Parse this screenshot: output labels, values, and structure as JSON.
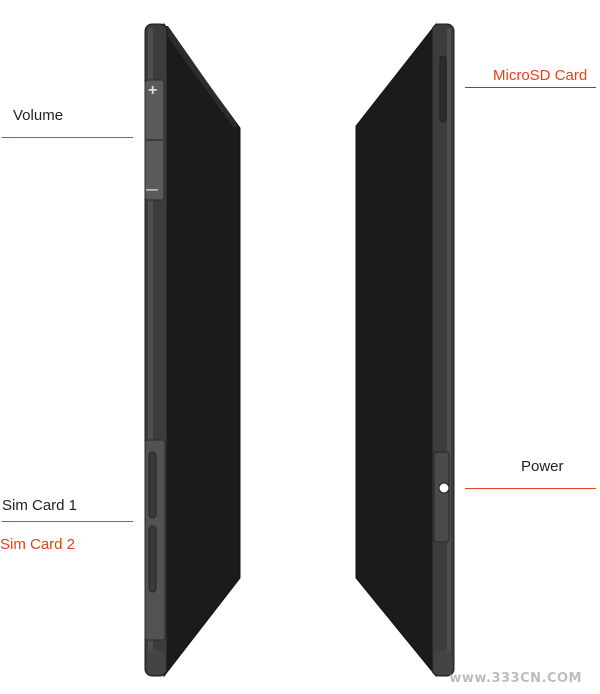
{
  "labels": {
    "volume": "Volume",
    "sim_card_1": "Sim Card 1",
    "sim_card_2": "Sim Card 2",
    "microsd_card": "MicroSD Card",
    "power": "Power"
  },
  "symbols": {
    "plus": "+",
    "minus": "—"
  },
  "watermark": "www.333CN.COM",
  "colors": {
    "accent": "#e8401c",
    "label_dark": "#222222",
    "leader_dark": "#555555",
    "screen": "#1b1b1b",
    "frame": "#3c3c3c",
    "edge": "#5a5a5a"
  }
}
